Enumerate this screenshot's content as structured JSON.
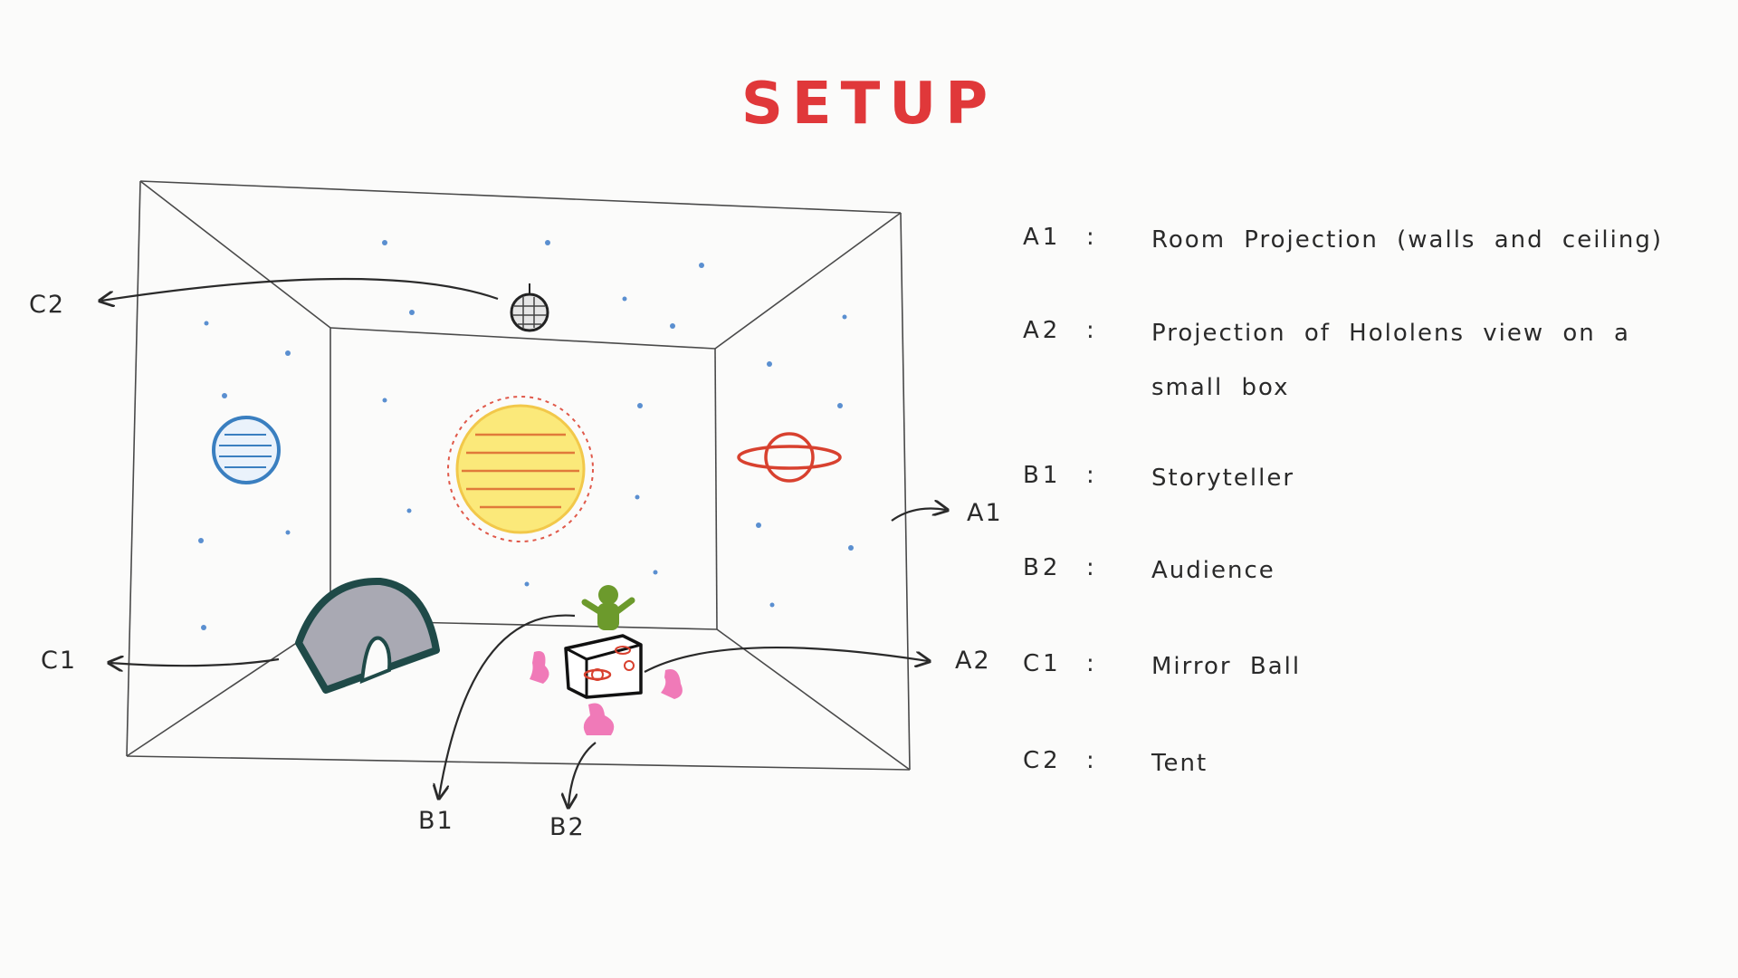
{
  "title": "SETUP",
  "labels": {
    "c2": "C2",
    "c1": "C1",
    "a1": "A1",
    "a2": "A2",
    "b1": "B1",
    "b2": "B2"
  },
  "legend": [
    {
      "code": "A1",
      "sep": ":",
      "text": "Room Projection (walls and ceiling)"
    },
    {
      "code": "A2",
      "sep": ":",
      "text": "Projection of Hololens view on a small box"
    },
    {
      "code": "B1",
      "sep": ":",
      "text": "Storyteller"
    },
    {
      "code": "B2",
      "sep": ":",
      "text": "Audience"
    },
    {
      "code": "C1",
      "sep": ":",
      "text": "Mirror Ball"
    },
    {
      "code": "C2",
      "sep": ":",
      "text": "Tent"
    }
  ],
  "colors": {
    "title": "#e0383a",
    "ink": "#2a2a2a",
    "sun_fill": "#fbe97a",
    "sun_rays": "#e0594a",
    "planet_blue": "#3a7fc0",
    "planet_red": "#d8412f",
    "tent": "#1f4a48",
    "storyteller": "#6c9a2c",
    "audience": "#f07ab8",
    "stars": "#5a8fd0"
  }
}
